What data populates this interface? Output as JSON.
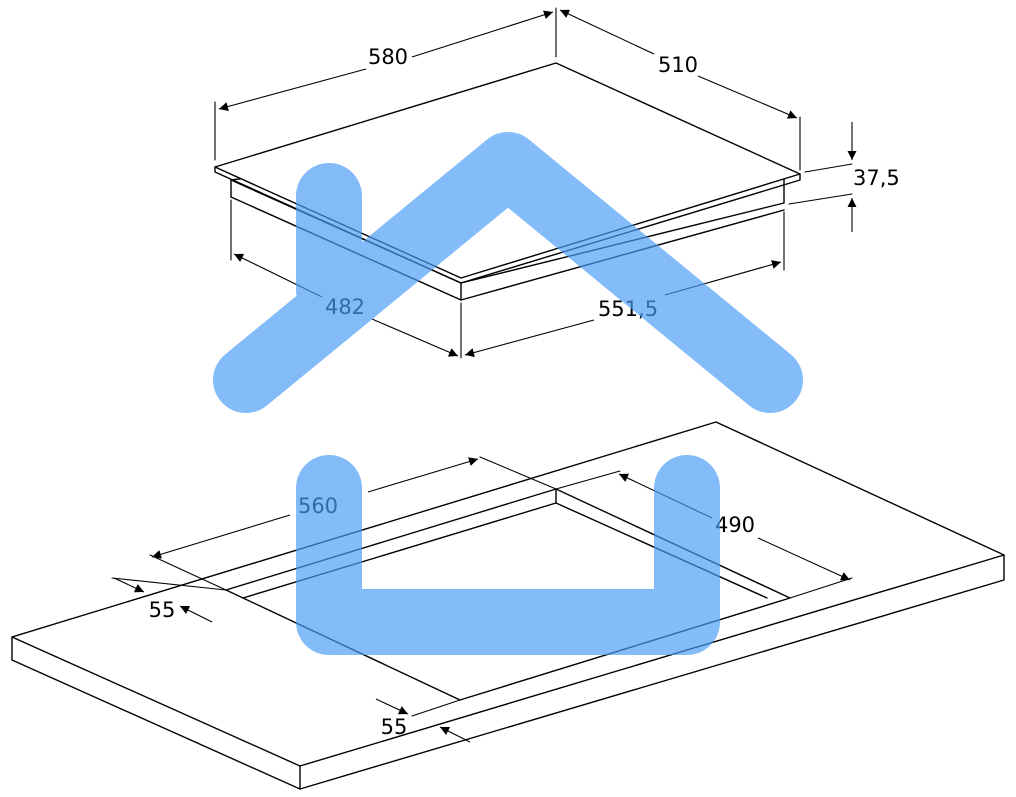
{
  "cooktop": {
    "width": "580",
    "depth": "510",
    "thickness": "37,5",
    "body_depth": "482",
    "body_width": "551,5"
  },
  "cutout": {
    "width": "560",
    "depth": "490",
    "margin_left": "55",
    "margin_front": "55"
  },
  "watermark": {
    "icon": "house-icon",
    "color": "#4a9cf6",
    "opacity": 0.68
  }
}
